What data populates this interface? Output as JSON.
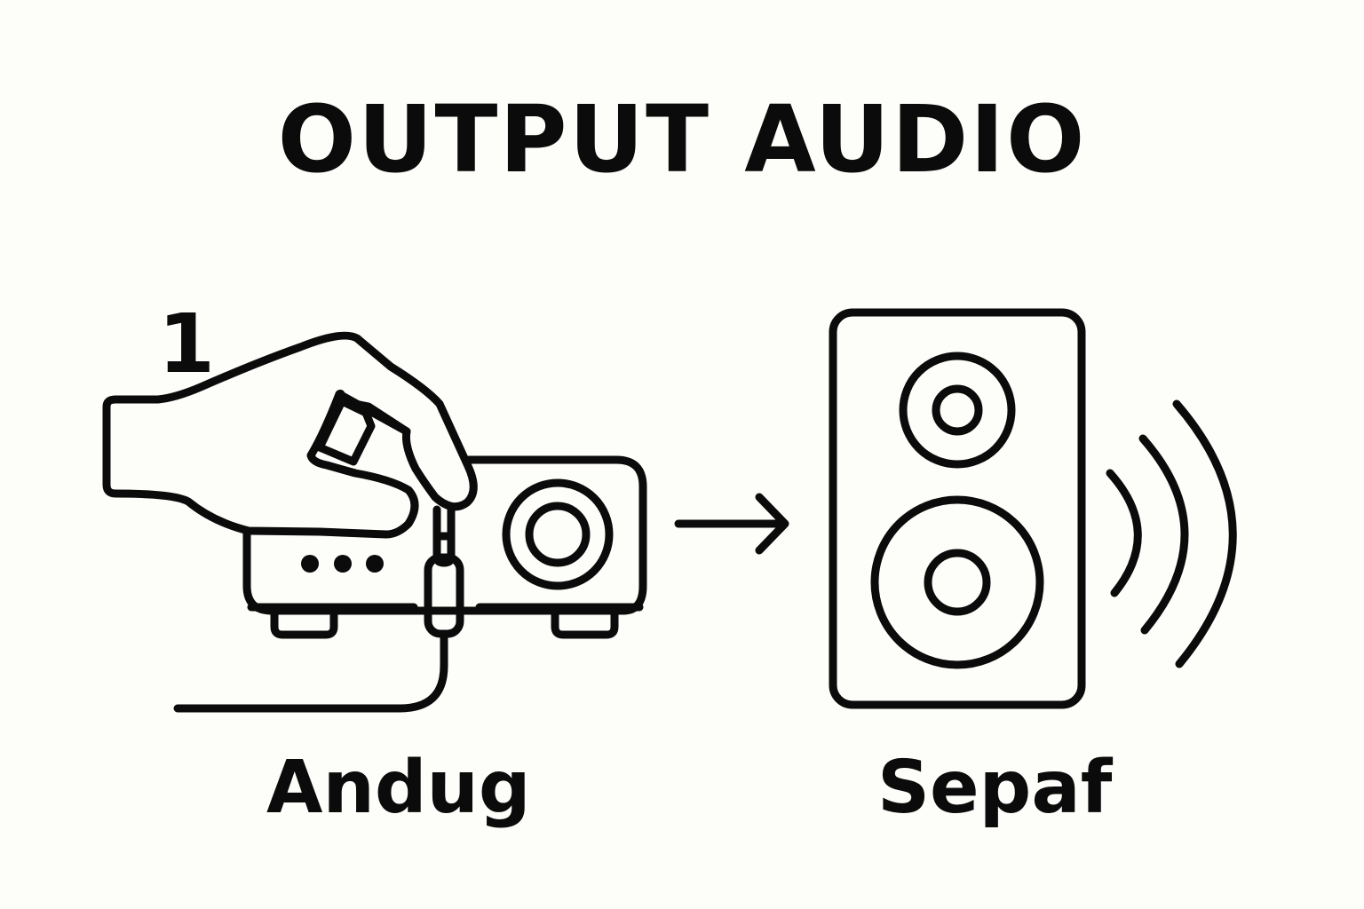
{
  "title": "OUTPUT AUDIO",
  "step_number": "1",
  "source": {
    "label": "Andug",
    "icon": "hand-plugging-cable-into-device-icon"
  },
  "connector": {
    "icon": "arrow-right-icon"
  },
  "destination": {
    "label": "Sepaf",
    "icon": "speaker-icon",
    "waves_icon": "sound-waves-icon"
  }
}
